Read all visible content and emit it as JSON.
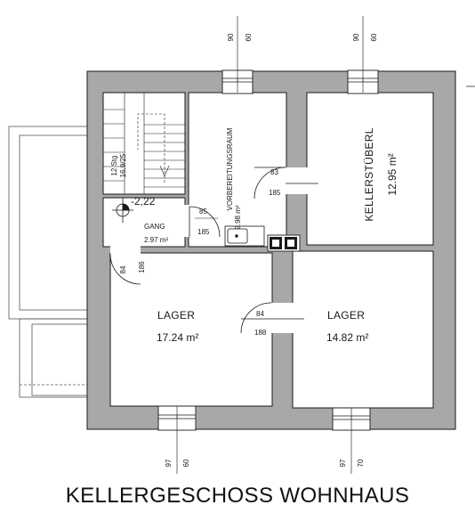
{
  "title": "KELLERGESCHOSS WOHNHAUS",
  "rooms": {
    "kellerstueberl": {
      "name": "KELLERSTÜBERL",
      "area": "12.95 m²"
    },
    "vorbereitungsraum": {
      "name": "VORBEREITUNGSRAUM",
      "area": "9.98 m²"
    },
    "gang": {
      "name": "GANG",
      "area": "2.97 m²"
    },
    "lager_left": {
      "name": "LAGER",
      "area": "17.24 m²"
    },
    "lager_right": {
      "name": "LAGER",
      "area": "14.82 m²"
    }
  },
  "level": "-2,22",
  "stair": {
    "count": "12 Stg",
    "size": "16.9/25"
  },
  "windows": {
    "top_left": {
      "width": "90",
      "height": "60"
    },
    "top_right": {
      "width": "90",
      "height": "60"
    },
    "bottom_left": {
      "width": "97",
      "height": "60"
    },
    "bottom_right": {
      "width": "97",
      "height": "70"
    }
  },
  "doors": {
    "vorbereitung": {
      "width": "85",
      "height": "185"
    },
    "kellerstueberl": {
      "width": "83",
      "height": "185"
    },
    "lager_left": {
      "width": "84",
      "height": "186"
    },
    "lager_mid": {
      "width": "84",
      "height": "188"
    }
  },
  "colors": {
    "wall": "#a8a8a8",
    "line": "#1a1a1a",
    "background": "#ffffff"
  }
}
